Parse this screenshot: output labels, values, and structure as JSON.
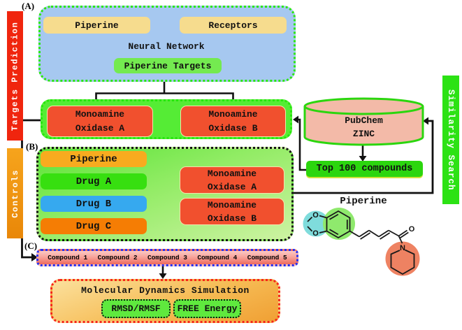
{
  "labels": {
    "a": "(A)",
    "b": "(B)",
    "c": "(C)"
  },
  "sidebar": {
    "targets_prediction": "Targets Prediction",
    "controls": "Controls",
    "similarity_search": "Similarity Search"
  },
  "section_a": {
    "piperine": "Piperine",
    "receptors": "Receptors",
    "neural_network": "Neural Network",
    "piperine_targets": "Piperine Targets"
  },
  "targets_section": {
    "mao_a_line1": "Monoamine",
    "mao_a_line2": "Oxidase A",
    "mao_b_line1": "Monoamine",
    "mao_b_line2": "Oxidase B"
  },
  "section_b": {
    "piperine": "Piperine",
    "drug_a": "Drug A",
    "drug_b": "Drug B",
    "drug_c": "Drug C",
    "mao_a_line1": "Monoamine",
    "mao_a_line2": "Oxidase A",
    "mao_b_line1": "Monoamine",
    "mao_b_line2": "Oxidase B"
  },
  "database": {
    "line1": "PubChem",
    "line2": "ZINC"
  },
  "top_compounds": "Top 100 compounds",
  "molecule": {
    "title": "Piperine",
    "atoms": [
      "O",
      "O",
      "O",
      "N"
    ]
  },
  "section_c": {
    "compounds": [
      "Compound 1",
      "Compound 2",
      "Compound 3",
      "Compound 4",
      "Compound 5"
    ]
  },
  "md": {
    "title": "Molecular Dynamics Simulation",
    "rmsd": "RMSD/RMSF",
    "free_energy": "FREE Energy"
  },
  "colors": {
    "section_a_bg": "#a6c8f0",
    "green_dotted": "#2ae70d",
    "mid_green": "#55ec35",
    "mao_red": "#f1502e",
    "yellow_box": "#f6dc8e",
    "target_green": "#74ea50",
    "sidebar_red": "#f0250e",
    "sidebar_orange": "#f6a41c",
    "similarity_green": "#2ce214",
    "drug_a_green": "#37df10",
    "drug_b_blue": "#36a9ef",
    "drug_c_orange": "#f57d04",
    "b_piperine_orange": "#f8ab1f",
    "link_blue": "#2f7ce0",
    "cylinder_pink": "#f3baa8",
    "c_bar_blue_border": "#2531f2",
    "md_red_border": "#f6241a",
    "result_green": "#5fe93e",
    "highlight_cyan": "#7fdcdc",
    "highlight_green": "#8fe96d",
    "highlight_salmon": "#ee8262"
  }
}
